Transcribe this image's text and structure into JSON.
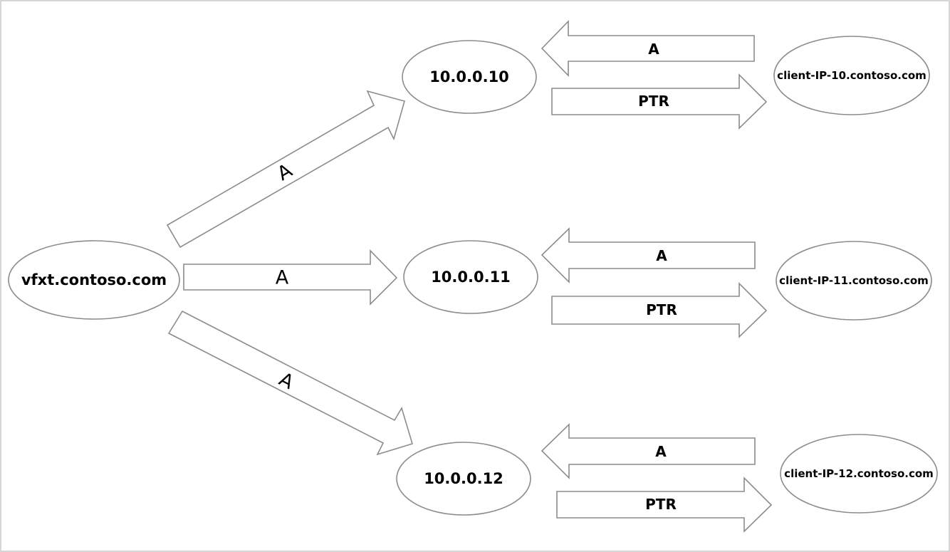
{
  "nodes": {
    "root": "vfxt.contoso.com",
    "ip_10": "10.0.0.10",
    "ip_11": "10.0.0.11",
    "ip_12": "10.0.0.12",
    "client_10": "client-IP-10.contoso.com",
    "client_11": "client-IP-11.contoso.com",
    "client_12": "client-IP-12.contoso.com"
  },
  "edges": {
    "root_to_10": "A",
    "root_to_11": "A",
    "root_to_12": "A",
    "client10_to_ip": "A",
    "ip10_to_client": "PTR",
    "client11_to_ip": "A",
    "ip11_to_client": "PTR",
    "client12_to_ip": "A",
    "ip12_to_client": "PTR"
  }
}
